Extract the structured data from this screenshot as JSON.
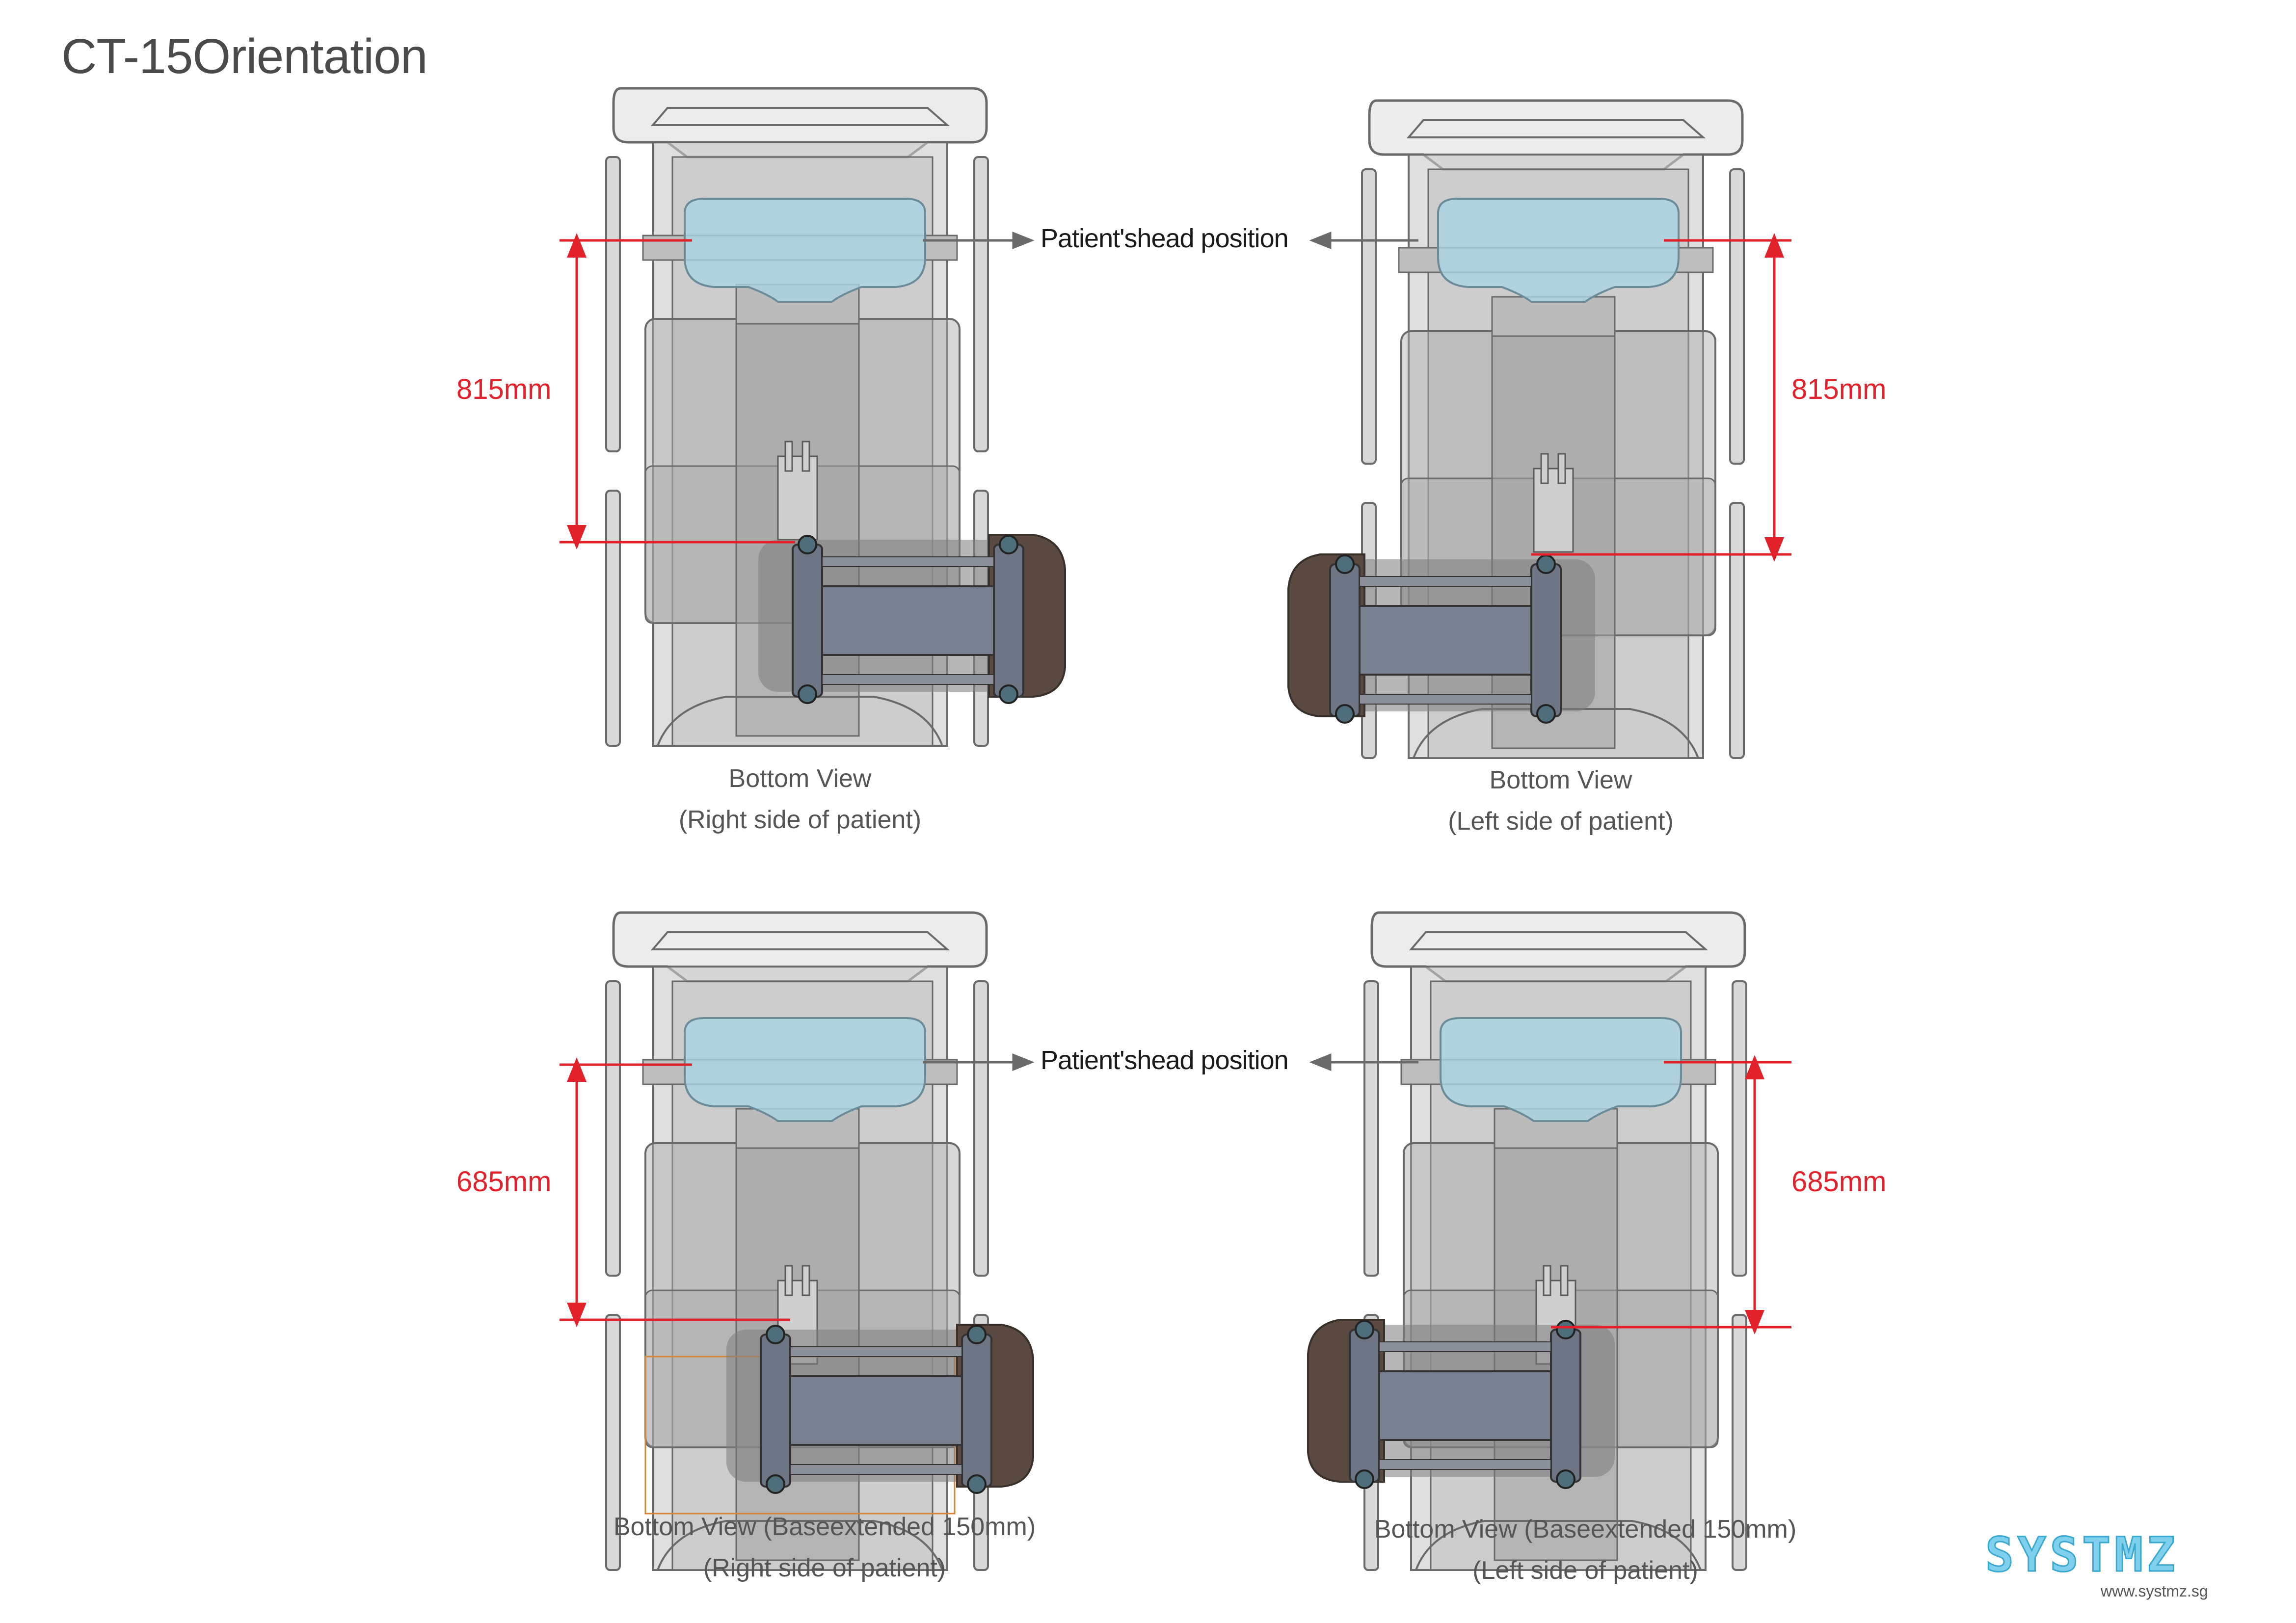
{
  "title": "CT-15Orientation",
  "views": [
    {
      "caption_line1": "Bottom View",
      "caption_line2": "(Right side of patient)",
      "dimension": "815mm",
      "side": "right"
    },
    {
      "caption_line1": "Bottom View",
      "caption_line2": "(Left side of patient)",
      "dimension": "815mm",
      "side": "left"
    },
    {
      "caption_line1": "Bottom View (Baseextended 150mm)",
      "caption_line2": "(Right side of patient)",
      "dimension": "685mm",
      "side": "right"
    },
    {
      "caption_line1": "Bottom View (Baseextended 150mm)",
      "caption_line2": "(Left side of patient)",
      "dimension": "685mm",
      "side": "left"
    }
  ],
  "head_position_label_top": "Patient'shead position",
  "head_position_label_bottom": "Patient'shead position",
  "brand": {
    "name": "SYSTMZ",
    "url": "www.systmz.sg"
  },
  "colors": {
    "dimension": "#e2222a",
    "headrest": "#a8d4e3",
    "frame": "#9a9a9a",
    "base": "#7a8190",
    "wheel": "#5a4a42"
  }
}
